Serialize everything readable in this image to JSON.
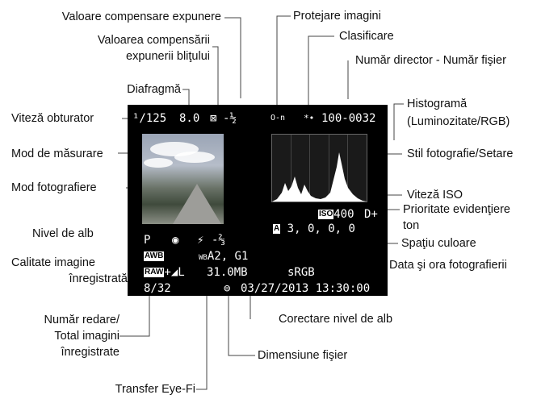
{
  "labels": {
    "exposure_comp": "Valoare compensare expunere",
    "flash_comp_line1": "Valoarea compensării",
    "flash_comp_line2": "expunerii bliţului",
    "aperture": "Diafragmă",
    "shutter_speed": "Viteză obturator",
    "metering_mode": "Mod de măsurare",
    "shooting_mode": "Mod fotografiere",
    "white_balance": "Nivel de alb",
    "image_quality_line1": "Calitate imagine",
    "image_quality_line2": "înregistrată",
    "playback_line1": "Număr redare/",
    "playback_line2": "Total imagini",
    "playback_line3": "înregistrate",
    "eyefi": "Transfer Eye-Fi",
    "file_size": "Dimensiune fişier",
    "wb_correction": "Corectare nivel de alb",
    "protect": "Protejare imagini",
    "rating": "Clasificare",
    "folder_file": "Număr director - Număr fişier",
    "histogram_line1": "Histogramă",
    "histogram_line2": "(Luminozitate/RGB)",
    "picture_style": "Stil fotografie/Setare",
    "iso": "Viteză ISO",
    "highlight_line1": "Prioritate evidenţiere",
    "highlight_line2": "ton",
    "color_space": "Spaţiu culoare",
    "datetime_label": "Data şi ora fotografierii"
  },
  "screen": {
    "shutter": "¹/125",
    "aperture": "8.0",
    "exp_comp_icon": "⊠",
    "exp_comp": "-½",
    "protect_icon": "O-n",
    "rating_icon": "*•",
    "folder_file": "100-0032",
    "mode": "P",
    "metering_icon": "◉",
    "flash_icon": "⚡",
    "flash_comp": "-⅔",
    "wb_badge": "AWB",
    "wb_shift_icon": "WB",
    "wb_shift": "A2, G1",
    "style_badge": "A",
    "style_values": "3, 0, 0, 0",
    "iso_badge": "ISO",
    "iso": "400",
    "highlight": "D+",
    "quality_badge": "RAW",
    "quality": "+◢L",
    "file_size": "31.0MB",
    "color_space": "sRGB",
    "playback": "8/32",
    "eyefi_icon": "⊜",
    "datetime": "03/27/2013 13:30:00"
  }
}
